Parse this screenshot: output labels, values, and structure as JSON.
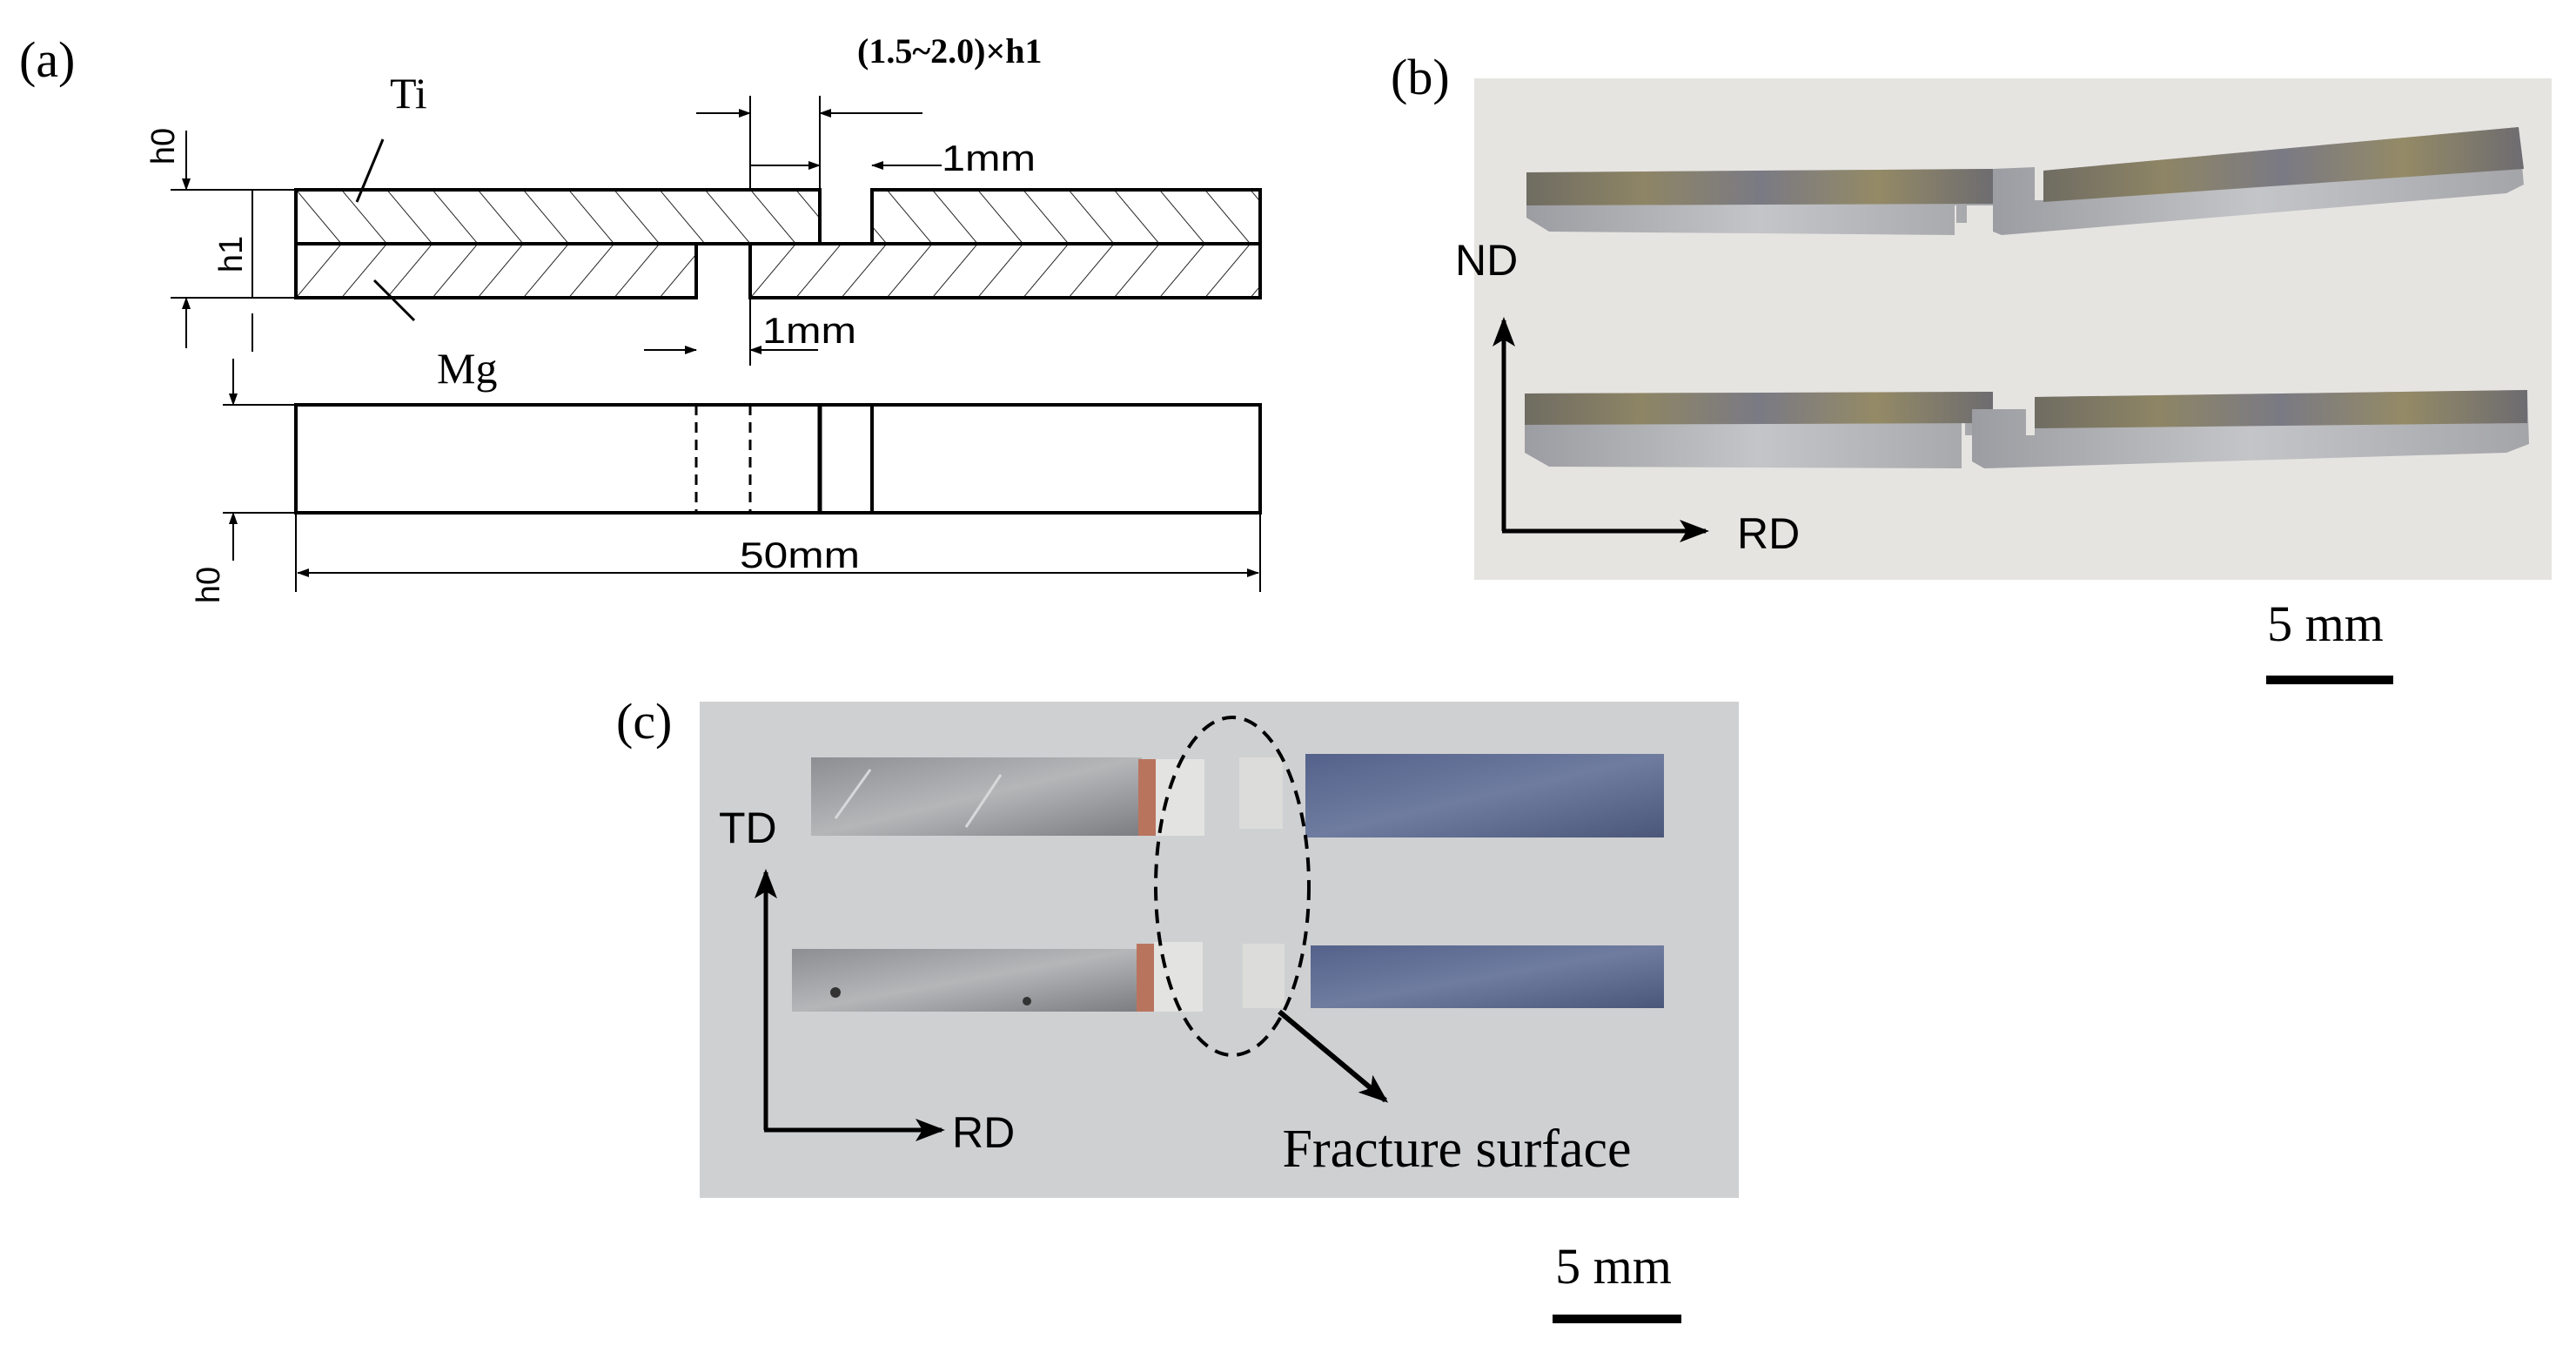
{
  "panel_a": {
    "label": "(a)",
    "material_top": "Ti",
    "material_bottom": "Mg",
    "notch_width_formula": "(1.5~2.0)×h1",
    "notch_depth_top": "1mm",
    "notch_depth_bottom": "1mm",
    "dim_h0_top": "h0",
    "dim_h1": "h1",
    "dim_h0_bottom": "h0",
    "dim_length": "50mm"
  },
  "panel_b": {
    "label": "(b)",
    "axis_vertical": "ND",
    "axis_horizontal": "RD",
    "scale_bar": "5 mm"
  },
  "panel_c": {
    "label": "(c)",
    "axis_vertical": "TD",
    "axis_horizontal": "RD",
    "annotation": "Fracture surface",
    "scale_bar": "5 mm"
  },
  "colors": {
    "line": "#000000",
    "photo_b_bg": "#e6e4e1",
    "photo_c_bg": "#cfd0d2",
    "ti_grey": "#9a9a9c",
    "mg_blue": "#5d6c92"
  }
}
